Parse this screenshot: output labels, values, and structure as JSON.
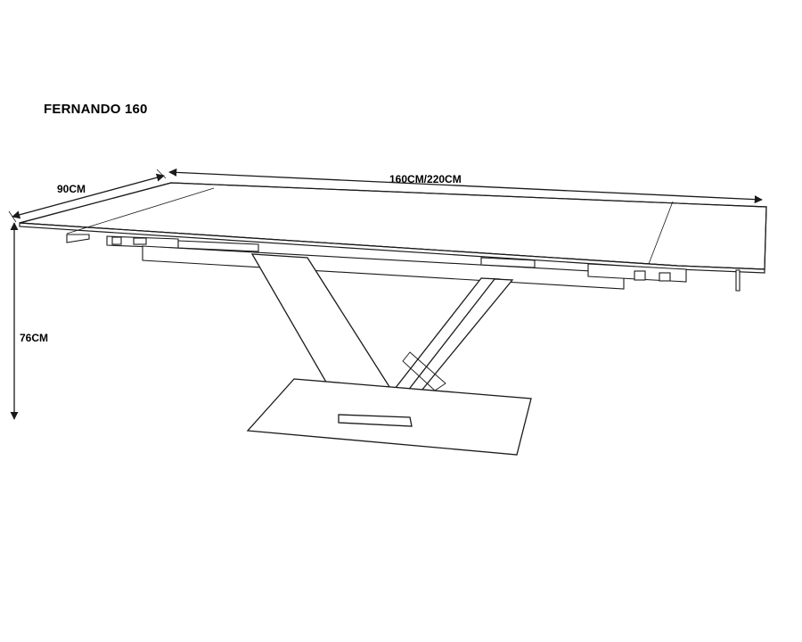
{
  "product": {
    "name": "FERNANDO 160"
  },
  "dimensions": {
    "depth": "90CM",
    "length": "160CM/220CM",
    "height": "76CM"
  },
  "colors": {
    "line": "#1a1a1a",
    "fill": "#ffffff"
  }
}
